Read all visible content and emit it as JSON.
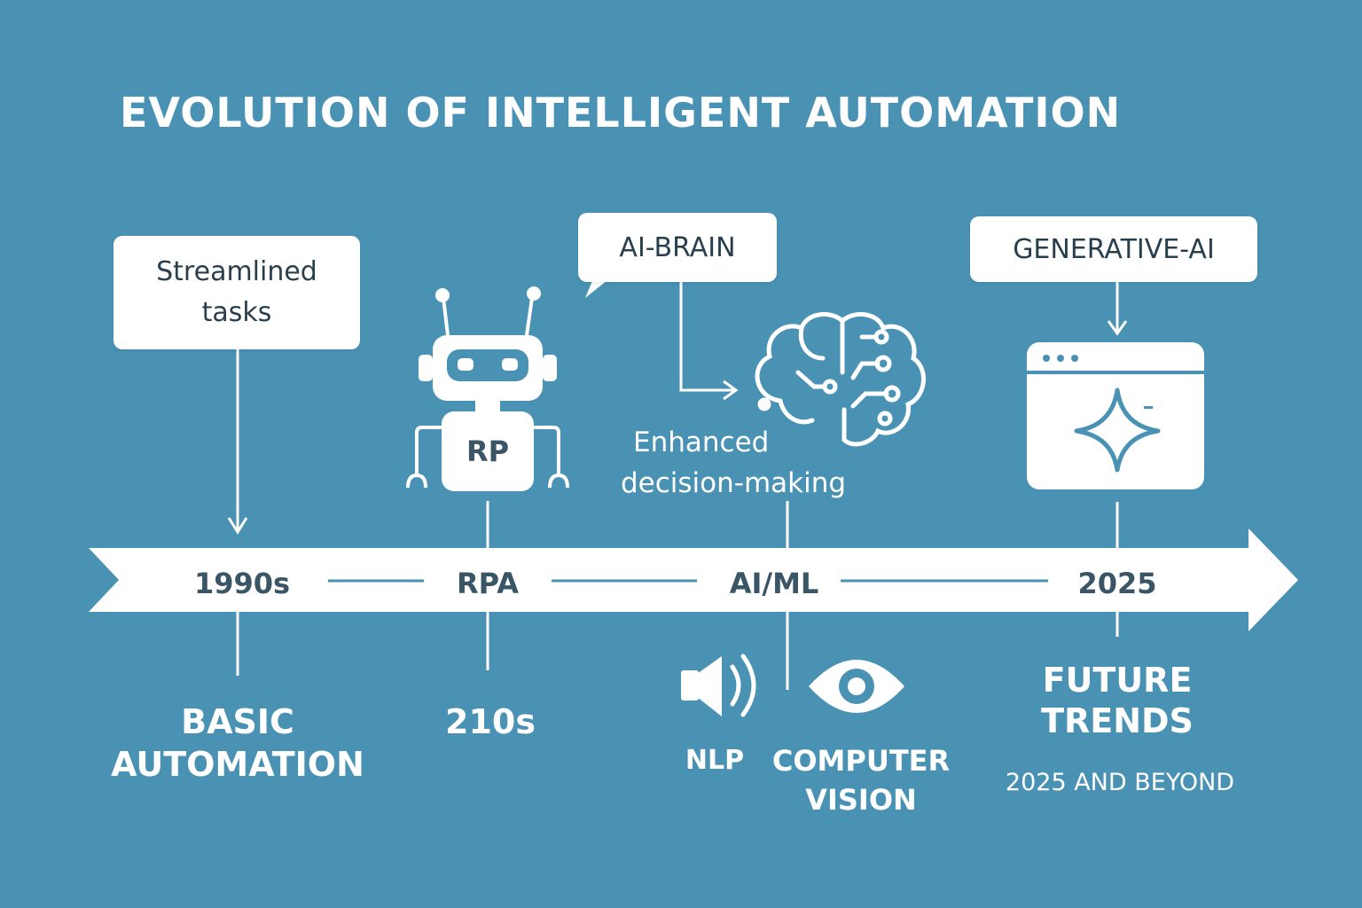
{
  "title": "EVOLUTION OF INTELLIGENT AUTOMATION",
  "colors": {
    "background": "#4a92b4",
    "foreground": "#ffffff",
    "callout_text": "#28404e",
    "timeline_text": "#3a5566"
  },
  "callouts": {
    "streamlined_line1": "Streamlined",
    "streamlined_line2": "tasks",
    "ai_brain": "AI-BRAIN",
    "generative_ai": "GENERATIVE-AI"
  },
  "robot": {
    "chest_label": "RP",
    "icon": "robot-icon"
  },
  "brain": {
    "icon": "brain-circuit-icon",
    "caption_line1": "Enhanced",
    "caption_line2": "decision-making"
  },
  "genai_window": {
    "icon": "browser-sparkle-icon"
  },
  "timeline": {
    "eras": [
      "1990s",
      "RPA",
      "AI/ML",
      "2025"
    ]
  },
  "bottom": {
    "basic_line1": "BASIC",
    "basic_line2": "AUTOMATION",
    "rpa_era": "210s",
    "nlp": "NLP",
    "nlp_icon": "speaker-icon",
    "cv_line1": "COMPUTER",
    "cv_line2": "VISION",
    "cv_icon": "eye-icon",
    "future_line1": "FUTURE",
    "future_line2": "TRENDS",
    "future_sub": "2025  AND BEYOND"
  }
}
